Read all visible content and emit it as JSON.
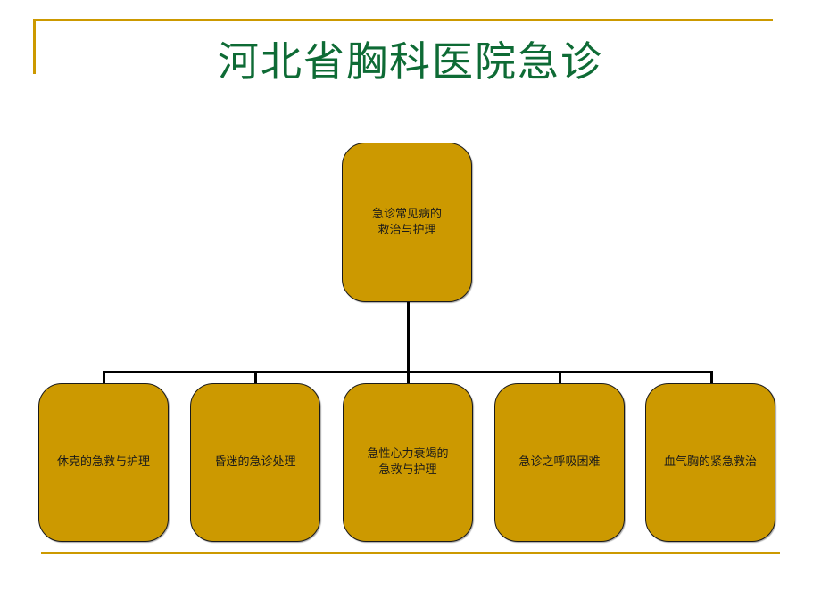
{
  "slide": {
    "title": "河北省胸科医院急诊",
    "accent_color": "#CC9900",
    "title_color": "#0E6B35",
    "node_fill": "#CC9900"
  },
  "org_chart": {
    "root": {
      "label": "急诊常见病的\n救治与护理"
    },
    "children": [
      {
        "label": "休克的急救与护理"
      },
      {
        "label": "昏迷的急诊处理"
      },
      {
        "label": "急性心力衰竭的\n急救与护理"
      },
      {
        "label": "急诊之呼吸困难"
      },
      {
        "label": "血气胸的紧急救治"
      }
    ]
  }
}
